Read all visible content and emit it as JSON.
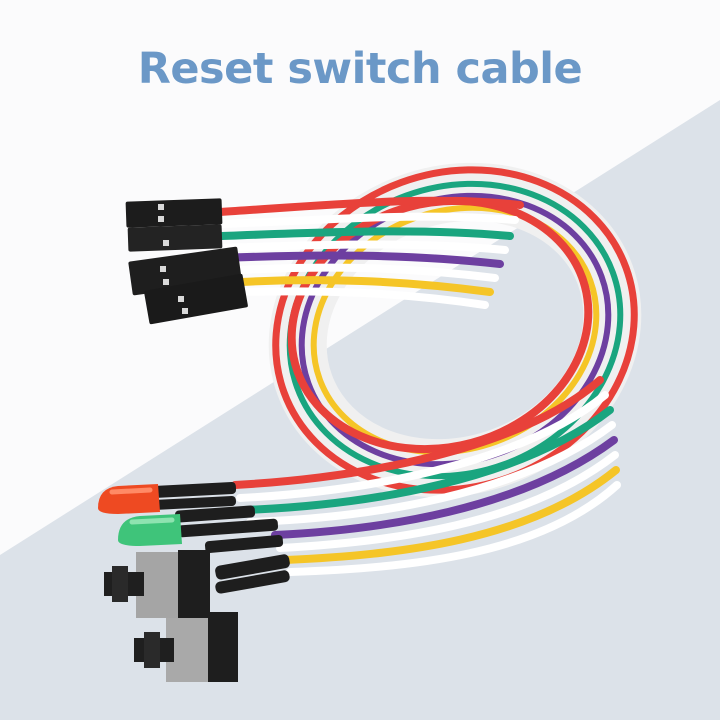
{
  "title": "Reset switch cable",
  "colors": {
    "title": "#6b98c7",
    "background_top": "#fbfbfc",
    "background_bottom": "#dce2e9"
  },
  "product": {
    "name": "Reset switch cable",
    "wire_colors": [
      "#e8413a",
      "#ffffff",
      "#1aa57f",
      "#ffffff",
      "#6d3fa0",
      "#ffffff",
      "#f5c527",
      "#ffffff"
    ],
    "components": [
      "dupont-connector-1",
      "dupont-connector-2",
      "dupont-connector-3",
      "dupont-connector-4",
      "red-led",
      "green-led",
      "push-switch-1",
      "push-switch-2"
    ]
  }
}
